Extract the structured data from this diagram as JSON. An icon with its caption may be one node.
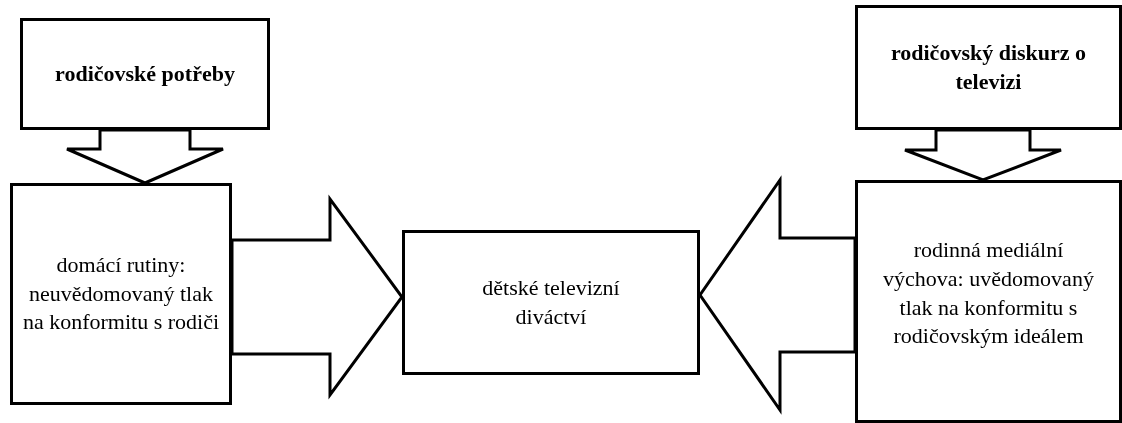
{
  "diagram": {
    "nodes": [
      {
        "text": [
          "rodičovské potřeby"
        ]
      },
      {
        "text": [
          "domácí rutiny: neuvědomovaný tlak na konformitu s rodiči"
        ]
      },
      {
        "text": [
          "dětské televizní diváctví"
        ]
      },
      {
        "text": [
          "rodičovský diskurz o televizi"
        ]
      },
      {
        "text": [
          "rodinná mediální výchova: uvědomovaný tlak na konformitu s rodičovským ideálem"
        ]
      }
    ],
    "edges": [
      {
        "from": 0,
        "to": 1,
        "arrow": "to"
      },
      {
        "from": 1,
        "to": 2,
        "arrow": "to"
      },
      {
        "from": 3,
        "to": 4,
        "arrow": "to"
      },
      {
        "from": 4,
        "to": 2,
        "arrow": "to"
      }
    ]
  }
}
